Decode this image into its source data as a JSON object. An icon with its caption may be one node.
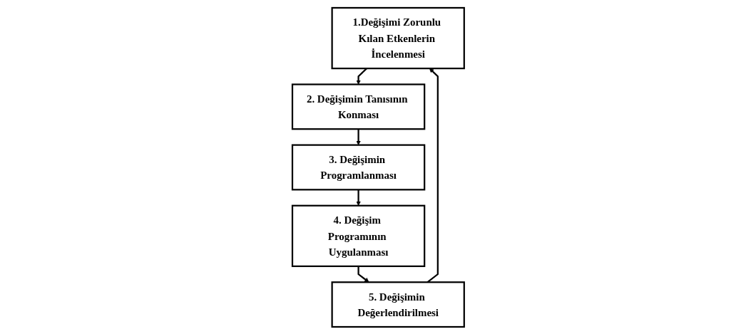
{
  "diagram": {
    "nodes": [
      {
        "text": [
          "1.Değişimi Zorunlu Kılan Etkenlerin İncelenmesi"
        ]
      },
      {
        "text": [
          "2. Değişimin Tanısının Konması"
        ]
      },
      {
        "text": [
          "3. Değişimin Programlanması"
        ]
      },
      {
        "text": [
          "4. Değişim Programının Uygulanması"
        ]
      },
      {
        "text": [
          "5. Değişimin Değerlendirilmesi"
        ]
      }
    ],
    "edges": [
      {
        "from": 0,
        "to": 1,
        "arrow": "to"
      },
      {
        "from": 1,
        "to": 2,
        "arrow": "to"
      },
      {
        "from": 2,
        "to": 3,
        "arrow": "to"
      },
      {
        "from": 3,
        "to": 4,
        "arrow": "to"
      },
      {
        "from": 4,
        "to": 0,
        "arrow": "to"
      }
    ]
  }
}
